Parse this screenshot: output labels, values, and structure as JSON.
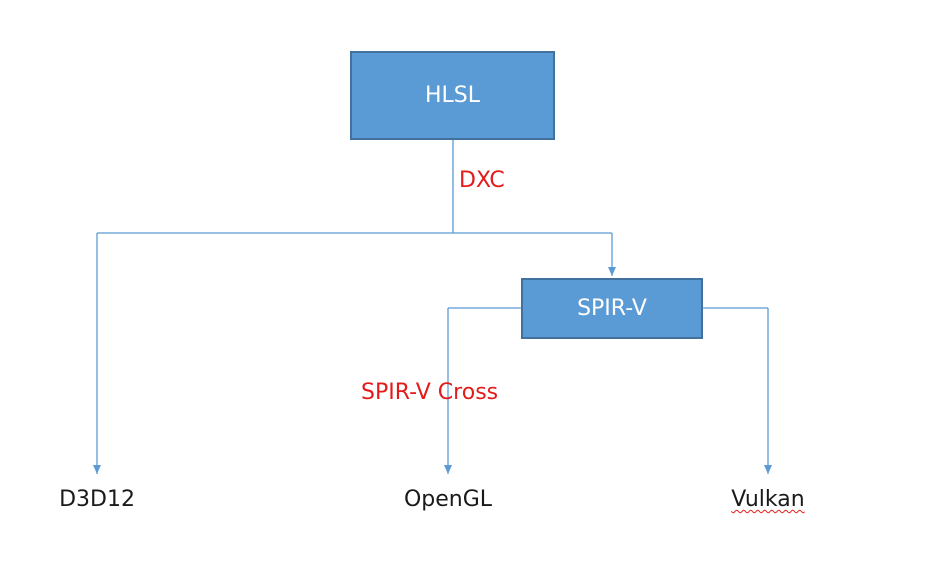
{
  "nodes": {
    "source": "HLSL",
    "intermediate": "SPIR-V",
    "targets": {
      "d3d12": "D3D12",
      "opengl": "OpenGL",
      "vulkan": "Vulkan"
    }
  },
  "edge_labels": {
    "compiler": "DXC",
    "cross_compiler": "SPIR-V Cross"
  },
  "colors": {
    "box_fill": "#5b9bd5",
    "box_border": "#41719c",
    "box_text": "#ffffff",
    "connector": "#5b9bd5",
    "edge_label": "#e31b1b",
    "node_label": "#1a1a1a",
    "spellcheck_underline": "#e31b1b"
  }
}
